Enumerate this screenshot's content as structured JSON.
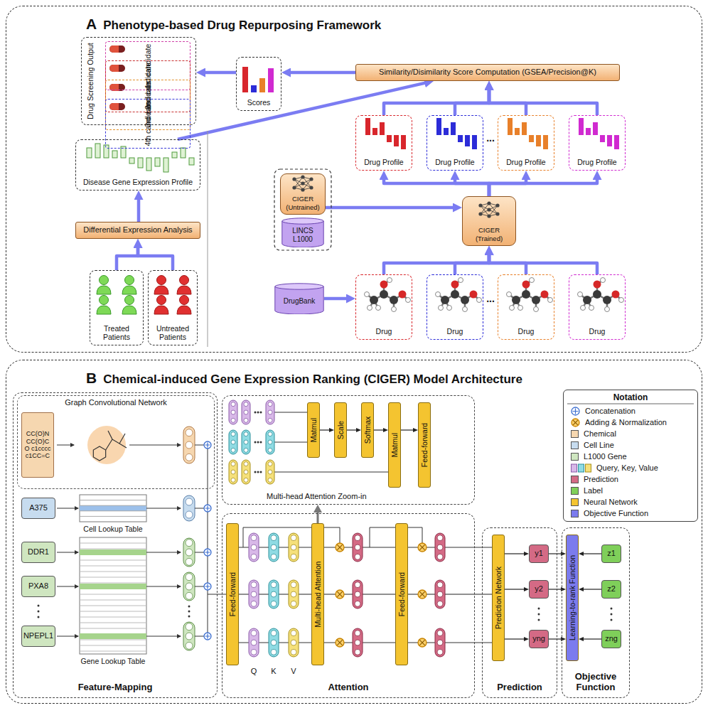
{
  "diagram": {
    "nodes": [
      {
        "text": [
          "A",
          "Phenotype-based Drug Repurposing Framework"
        ]
      },
      {
        "text": [
          "Drug Screening Output"
        ],
        "in": 0
      },
      {
        "text": [
          "1st candidate"
        ],
        "in": 1
      },
      {
        "text": [
          "2nd candidate"
        ],
        "in": 1
      },
      {
        "text": [
          "3rd candidate"
        ],
        "in": 1
      },
      {
        "text": [
          "4th candidate"
        ],
        "in": 1
      },
      {
        "text": [
          "Scores"
        ],
        "in": 0
      },
      {
        "text": [
          "Similarity/Disimilarity Score Computation (GSEA/Precision@K)"
        ],
        "in": 0
      },
      {
        "text": [
          "Disease Gene Expression Profile"
        ],
        "in": 0
      },
      {
        "text": [
          "Differential Expression Analysis"
        ],
        "in": 0
      },
      {
        "text": [
          "Treated Patients"
        ],
        "in": 0
      },
      {
        "text": [
          "Untreated Patients"
        ],
        "in": 0
      },
      {
        "text": [
          "Drug Profile"
        ],
        "in": 0
      },
      {
        "text": [
          "Drug Profile"
        ],
        "in": 0
      },
      {
        "text": [
          "Drug Profile"
        ],
        "in": 0
      },
      {
        "text": [
          "Drug Profile"
        ],
        "in": 0
      },
      {
        "text": [
          "CIGER (Untrained)"
        ],
        "in": 0
      },
      {
        "text": [
          "LINCS L1000"
        ],
        "in": 0
      },
      {
        "text": [
          "CIGER (Trained)"
        ],
        "in": 0
      },
      {
        "text": [
          "DrugBank"
        ],
        "in": 0
      },
      {
        "text": [
          "Drug"
        ],
        "in": 0
      },
      {
        "text": [
          "Drug"
        ],
        "in": 0
      },
      {
        "text": [
          "Drug"
        ],
        "in": 0
      },
      {
        "text": [
          "Drug"
        ],
        "in": 0
      },
      {
        "text": [
          "B",
          "Chemical-induced Gene Expression Ranking (CIGER) Model Architecture"
        ]
      },
      {
        "text": [
          "Feature-Mapping"
        ],
        "in": 24
      },
      {
        "text": [
          "Graph Convolutional Network"
        ],
        "in": 25
      },
      {
        "text": [
          "CC(O)NCC(O)CO c1ccccc1CC=C"
        ],
        "in": 26
      },
      {
        "text": [
          "A375"
        ],
        "in": 25
      },
      {
        "text": [
          "DDR1"
        ],
        "in": 25
      },
      {
        "text": [
          "PXA8"
        ],
        "in": 25
      },
      {
        "text": [
          "NPEPL1"
        ],
        "in": 25
      },
      {
        "text": [
          "Multi-head Attention Zoom-in"
        ],
        "in": 24
      },
      {
        "text": [
          "Matmul"
        ],
        "in": 32
      },
      {
        "text": [
          "Scale"
        ],
        "in": 32
      },
      {
        "text": [
          "Softmax"
        ],
        "in": 32
      },
      {
        "text": [
          "Matmul"
        ],
        "in": 32
      },
      {
        "text": [
          "Feed-forward"
        ],
        "in": 32
      },
      {
        "text": [
          "Attention"
        ],
        "in": 24
      },
      {
        "text": [
          "Feed-forward"
        ],
        "in": 38
      },
      {
        "text": [
          "Multi-head Attention"
        ],
        "in": 38
      },
      {
        "text": [
          "Feed-forward"
        ],
        "in": 38
      },
      {
        "text": [
          "Notation"
        ],
        "in": 24
      },
      {
        "text": [
          "Prediction"
        ],
        "in": 24
      },
      {
        "text": [
          "Prediction Network"
        ],
        "in": 43
      },
      {
        "text": [
          "y1"
        ],
        "in": 43
      },
      {
        "text": [
          "y2"
        ],
        "in": 43
      },
      {
        "text": [
          "yng"
        ],
        "in": 43
      },
      {
        "text": [
          "Objective Function"
        ],
        "in": 24
      },
      {
        "text": [
          "Learning-to-rank Function"
        ],
        "in": 48
      },
      {
        "text": [
          "z1"
        ],
        "in": 48
      },
      {
        "text": [
          "z2"
        ],
        "in": 48
      },
      {
        "text": [
          "zng"
        ],
        "in": 48
      }
    ],
    "edges": [
      {
        "from": 10,
        "to": 9,
        "arrow": "to"
      },
      {
        "from": 11,
        "to": 9,
        "arrow": "to"
      },
      {
        "from": 9,
        "to": 8,
        "arrow": "to"
      },
      {
        "from": 8,
        "to": 7,
        "arrow": "to"
      },
      {
        "from": 12,
        "to": 7,
        "arrow": "to"
      },
      {
        "from": 13,
        "to": 7,
        "arrow": "to"
      },
      {
        "from": 14,
        "to": 7,
        "arrow": "to"
      },
      {
        "from": 15,
        "to": 7,
        "arrow": "to"
      },
      {
        "from": 7,
        "to": 6,
        "arrow": "to"
      },
      {
        "from": 6,
        "to": 1,
        "arrow": "to"
      },
      {
        "from": 16,
        "to": 18,
        "arrow": "to"
      },
      {
        "from": 18,
        "to": 12,
        "arrow": "to"
      },
      {
        "from": 18,
        "to": 13,
        "arrow": "to"
      },
      {
        "from": 18,
        "to": 14,
        "arrow": "to"
      },
      {
        "from": 18,
        "to": 15,
        "arrow": "to"
      },
      {
        "from": 19,
        "to": 20,
        "arrow": "to"
      },
      {
        "from": 20,
        "to": 18,
        "arrow": "to"
      },
      {
        "from": 21,
        "to": 18,
        "arrow": "to"
      },
      {
        "from": 22,
        "to": 18,
        "arrow": "to"
      },
      {
        "from": 23,
        "to": 18,
        "arrow": "to"
      },
      {
        "from": 33,
        "to": 34,
        "arrow": "to"
      },
      {
        "from": 34,
        "to": 35,
        "arrow": "to"
      },
      {
        "from": 35,
        "to": 36,
        "arrow": "to"
      },
      {
        "from": 36,
        "to": 37,
        "arrow": "to"
      },
      {
        "from": 40,
        "to": 32,
        "arrow": "to"
      },
      {
        "from": 39,
        "to": 40,
        "arrow": "none"
      },
      {
        "from": 40,
        "to": 41,
        "arrow": "none"
      },
      {
        "from": 41,
        "to": 44,
        "arrow": "none"
      },
      {
        "from": 44,
        "to": 45,
        "arrow": "to"
      },
      {
        "from": 44,
        "to": 46,
        "arrow": "to"
      },
      {
        "from": 44,
        "to": 47,
        "arrow": "to"
      },
      {
        "from": 45,
        "to": 49,
        "arrow": "to"
      },
      {
        "from": 46,
        "to": 49,
        "arrow": "to"
      },
      {
        "from": 47,
        "to": 49,
        "arrow": "to"
      },
      {
        "from": 50,
        "to": 49,
        "arrow": "to"
      },
      {
        "from": 51,
        "to": 49,
        "arrow": "to"
      },
      {
        "from": 52,
        "to": 49,
        "arrow": "to"
      }
    ],
    "labels": [
      "...",
      "...",
      "Cell Lookup Table",
      "Gene Lookup Table",
      "Q",
      "K",
      "V"
    ],
    "legend": [
      {
        "text": "Concatenation"
      },
      {
        "text": "Adding & Normalization"
      },
      {
        "text": "Chemical",
        "color": "#f6d7b0"
      },
      {
        "text": "Cell Line",
        "color": "#c7dcef"
      },
      {
        "text": "L1000 Gene",
        "color": "#cfe6c0"
      },
      {
        "text": "Query, Key, Value"
      },
      {
        "text": "Prediction",
        "color": "#d46a85"
      },
      {
        "text": "Label",
        "color": "#7fcf5a"
      },
      {
        "text": "Neural Network",
        "color": "#f4c430"
      },
      {
        "text": "Objective Function",
        "color": "#7b7bee"
      }
    ]
  }
}
